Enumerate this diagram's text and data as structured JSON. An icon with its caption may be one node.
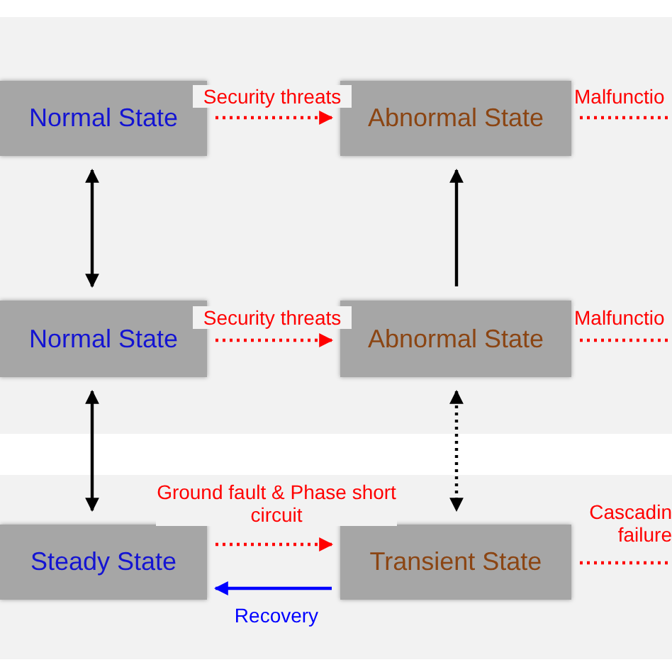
{
  "diagram": {
    "nodes": [
      {
        "text": [
          "Normal State"
        ]
      },
      {
        "text": [
          "Abnormal State"
        ]
      },
      {
        "text": [
          "Normal State"
        ]
      },
      {
        "text": [
          "Abnormal State"
        ]
      },
      {
        "text": [
          "Steady State"
        ]
      },
      {
        "text": [
          "Transient State"
        ]
      }
    ],
    "edges": [
      {
        "from": 0,
        "to": 1,
        "arrow": "to",
        "label": "Security threats",
        "style": "dashed"
      },
      {
        "from": 1,
        "to": null,
        "arrow": "none",
        "label": "Malfunctio",
        "style": "dashed"
      },
      {
        "from": 0,
        "to": 2,
        "arrow": "both",
        "color": "#000000"
      },
      {
        "from": 3,
        "to": 1,
        "arrow": "to",
        "color": "#000000"
      },
      {
        "from": 2,
        "to": 3,
        "arrow": "to",
        "label": "Security threats",
        "style": "dashed"
      },
      {
        "from": 3,
        "to": null,
        "arrow": "none",
        "label": "Malfunctio",
        "style": "dashed"
      },
      {
        "from": 2,
        "to": 4,
        "arrow": "both",
        "color": "#000000"
      },
      {
        "from": 3,
        "to": 5,
        "arrow": "both",
        "style": "dashed",
        "color": "#000000"
      },
      {
        "from": 4,
        "to": 5,
        "arrow": "to",
        "label": "Ground fault & Phase short circuit",
        "style": "dashed"
      },
      {
        "from": 5,
        "to": 4,
        "arrow": "to",
        "label": "Recovery",
        "color": "#0000ff"
      },
      {
        "from": 5,
        "to": null,
        "arrow": "none",
        "label": "Cascadin failure",
        "style": "dashed"
      }
    ]
  }
}
